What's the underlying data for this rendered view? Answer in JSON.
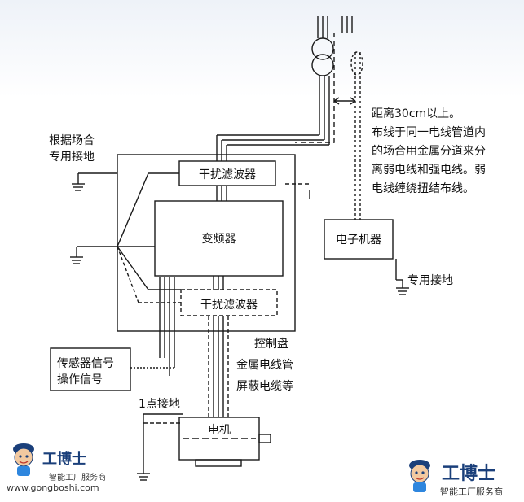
{
  "labels": {
    "dedicated_ground_top": [
      "根据场合",
      "专用接地"
    ],
    "filter_top": "干扰滤波器",
    "inverter": "变频器",
    "filter_bottom": "干扰滤波器",
    "electronic_device": "电子机器",
    "dedicated_ground_right": "专用接地",
    "note": [
      "距离30cm以上。",
      "布线于同一电线管道内",
      "的场合用金属分道来分",
      "离弱电线和强电线。弱",
      "电线缠绕扭结布线。"
    ],
    "control_panel": [
      "控制盘",
      "金属电线管",
      "屏蔽电缆等"
    ],
    "sensor_signal": [
      "传感器信号",
      "操作信号"
    ],
    "one_point_ground": "1点接地",
    "motor": "电机"
  },
  "watermark": {
    "brand": "工博士",
    "sub": "智能工厂服务商",
    "url": "www.gongboshi.com"
  },
  "colors": {
    "line": "#1a1a1a",
    "brand": "#1a3f7a"
  }
}
